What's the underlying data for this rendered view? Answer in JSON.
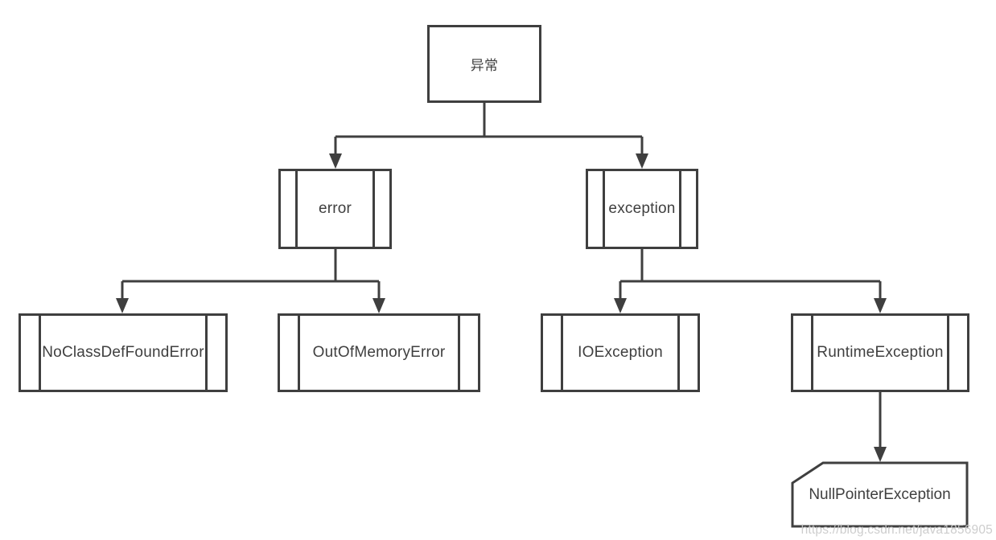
{
  "diagram": {
    "type": "flowchart",
    "topic": "Java exception class hierarchy",
    "colors": {
      "line": "#3f3f3f",
      "text": "#3f3f3f",
      "background": "#ffffff",
      "watermark": "#c9c9c9"
    },
    "nodes": {
      "root": {
        "label": "异常",
        "shape": "rectangle"
      },
      "error": {
        "label": "error",
        "shape": "predefined-process"
      },
      "exception": {
        "label": "exception",
        "shape": "predefined-process"
      },
      "noclassdef": {
        "label": "NoClassDefFoundError",
        "shape": "predefined-process"
      },
      "outofmemory": {
        "label": "OutOfMemoryError",
        "shape": "predefined-process"
      },
      "ioexception": {
        "label": "IOException",
        "shape": "predefined-process"
      },
      "runtime": {
        "label": "RuntimeException",
        "shape": "predefined-process"
      },
      "nullpointer": {
        "label": "NullPointerException",
        "shape": "card"
      }
    },
    "edges": [
      {
        "from": "root",
        "to": "error",
        "arrow": "down"
      },
      {
        "from": "root",
        "to": "exception",
        "arrow": "down"
      },
      {
        "from": "error",
        "to": "noclassdef",
        "arrow": "down"
      },
      {
        "from": "error",
        "to": "outofmemory",
        "arrow": "down"
      },
      {
        "from": "exception",
        "to": "ioexception",
        "arrow": "down"
      },
      {
        "from": "exception",
        "to": "runtime",
        "arrow": "down"
      },
      {
        "from": "runtime",
        "to": "nullpointer",
        "arrow": "down"
      }
    ],
    "watermark": {
      "text": "https://blog.csdn.net/java1856905"
    }
  }
}
